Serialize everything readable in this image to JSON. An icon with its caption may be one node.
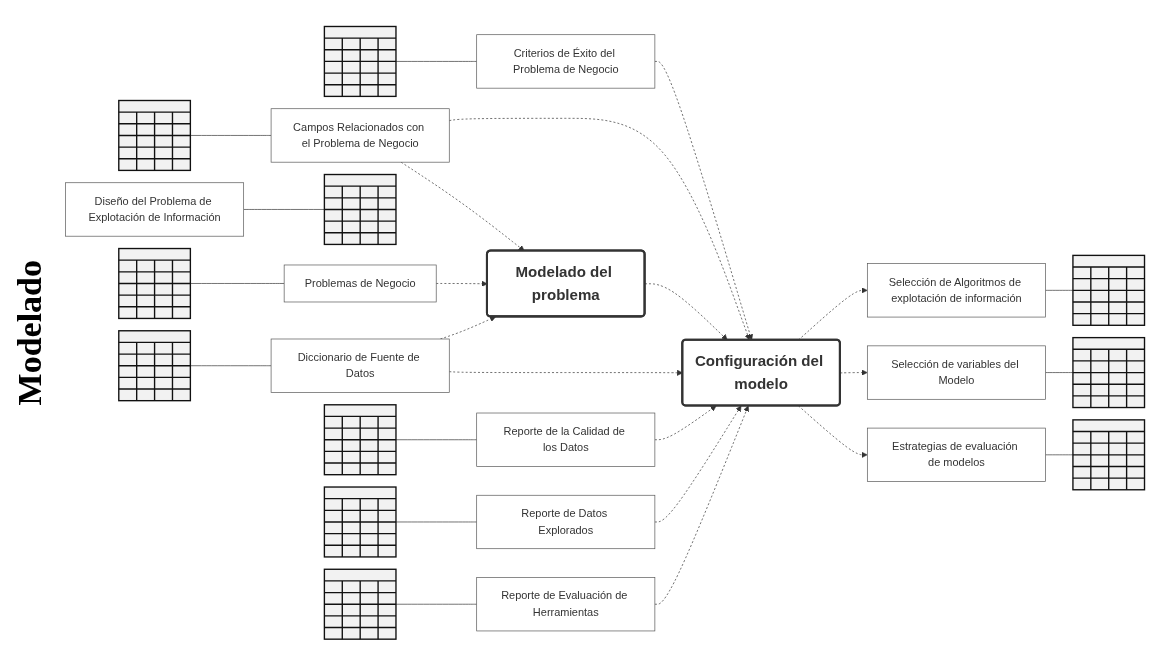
{
  "diagram": {
    "nodes": [
      {
        "text": [],
        "shape": "picture"
      },
      {
        "text": [],
        "shape": "picture"
      },
      {
        "text": [
          "Campos Relacionados con el Problema de Negocio"
        ]
      },
      {
        "text": [
          "Criterios de Éxito del Problema de Negocio"
        ]
      },
      {
        "text": [
          "Modelado del problema"
        ]
      },
      {
        "text": [
          "Configuración del modelo"
        ]
      },
      {
        "text": [
          "Selección de Algoritmos de explotación de información"
        ]
      },
      {
        "text": [],
        "shape": "picture"
      },
      {
        "text": [
          "Diseño del Problema de Explotación de Información"
        ]
      },
      {
        "text": [],
        "shape": "picture"
      },
      {
        "text": [
          "Selección de variables del Modelo"
        ]
      },
      {
        "text": [],
        "shape": "picture"
      },
      {
        "text": [
          "Estrategias de evaluación de modelos"
        ]
      },
      {
        "text": [],
        "shape": "picture"
      },
      {
        "text": [
          "Problemas de Negocio"
        ]
      },
      {
        "text": [
          "Diccionario de Fuente de Datos"
        ]
      },
      {
        "text": [
          "Reporte de la Calidad de los Datos"
        ]
      },
      {
        "text": [
          "Reporte de Datos Explorados"
        ]
      },
      {
        "text": [
          "Reporte de Evaluación de Herramientas"
        ]
      },
      {
        "text": [],
        "shape": "picture"
      },
      {
        "text": [],
        "shape": "picture"
      },
      {
        "text": [],
        "shape": "picture"
      },
      {
        "text": [],
        "shape": "picture"
      },
      {
        "text": [],
        "shape": "picture"
      }
    ],
    "edges": [
      {
        "from": 0,
        "to": 2,
        "arrow": "none"
      },
      {
        "from": 1,
        "to": 3,
        "arrow": "none"
      },
      {
        "from": 6,
        "to": 7,
        "arrow": "none"
      },
      {
        "from": 8,
        "to": 9,
        "arrow": "none"
      },
      {
        "from": 10,
        "to": 11,
        "arrow": "none"
      },
      {
        "from": 12,
        "to": 13,
        "arrow": "none"
      },
      {
        "from": 19,
        "to": 14,
        "arrow": "none"
      },
      {
        "from": 20,
        "to": 15,
        "arrow": "none"
      },
      {
        "from": 21,
        "to": 16,
        "arrow": "none"
      },
      {
        "from": 22,
        "to": 17,
        "arrow": "none"
      },
      {
        "from": 23,
        "to": 18,
        "arrow": "none"
      },
      {
        "from": 2,
        "to": 4,
        "arrow": "to",
        "style": "dashed"
      },
      {
        "from": 14,
        "to": 4,
        "arrow": "to",
        "style": "dashed"
      },
      {
        "from": 15,
        "to": 4,
        "arrow": "to",
        "style": "dashed"
      },
      {
        "from": 3,
        "to": 5,
        "arrow": "to",
        "style": "dashed"
      },
      {
        "from": 2,
        "to": 5,
        "arrow": "to",
        "style": "dashed"
      },
      {
        "from": 4,
        "to": 5,
        "arrow": "to",
        "style": "dashed"
      },
      {
        "from": 15,
        "to": 5,
        "arrow": "to",
        "style": "dashed"
      },
      {
        "from": 16,
        "to": 5,
        "arrow": "to",
        "style": "dashed"
      },
      {
        "from": 17,
        "to": 5,
        "arrow": "to",
        "style": "dashed"
      },
      {
        "from": 18,
        "to": 5,
        "arrow": "to",
        "style": "dashed"
      },
      {
        "from": 5,
        "to": 6,
        "arrow": "to",
        "style": "dashed"
      },
      {
        "from": 5,
        "to": 10,
        "arrow": "to",
        "style": "dashed"
      },
      {
        "from": 5,
        "to": 12,
        "arrow": "to",
        "style": "dashed"
      }
    ],
    "labels": [
      "Modelado"
    ]
  }
}
